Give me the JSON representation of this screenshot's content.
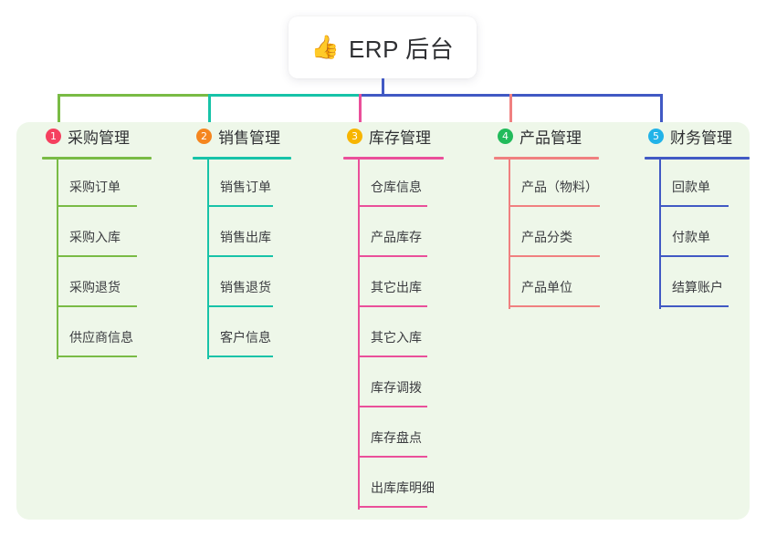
{
  "root": {
    "emoji": "👍",
    "emoji_name": "thumbs-up-icon",
    "title": "ERP 后台"
  },
  "palette": {
    "canvas": "#ffffff",
    "panel_bg": "#eef7e9",
    "card_bg": "#ffffff",
    "text": "#2f3033",
    "item_text": "#3b3c40",
    "trunk": "#4159c4",
    "branch_green": "#79bb45",
    "branch_teal": "#17c3a8",
    "branch_pink": "#ea4f9a",
    "branch_red": "#f08080",
    "branch_blue": "#4159c4"
  },
  "columns": [
    {
      "index": "1",
      "badge_color": "#f5405f",
      "line_color": "#79bb45",
      "title": "采购管理",
      "items": [
        "采购订单",
        "采购入库",
        "采购退货",
        "供应商信息"
      ]
    },
    {
      "index": "2",
      "badge_color": "#f5861f",
      "line_color": "#17c3a8",
      "title": "销售管理",
      "items": [
        "销售订单",
        "销售出库",
        "销售退货",
        "客户信息"
      ]
    },
    {
      "index": "3",
      "badge_color": "#f7b500",
      "line_color": "#ea4f9a",
      "title": "库存管理",
      "items": [
        "仓库信息",
        "产品库存",
        "其它出库",
        "其它入库",
        "库存调拨",
        "库存盘点",
        "出库库明细"
      ]
    },
    {
      "index": "4",
      "badge_color": "#22bb5b",
      "line_color": "#f08080",
      "title": "产品管理",
      "items": [
        "产品（物料）",
        "产品分类",
        "产品单位"
      ]
    },
    {
      "index": "5",
      "badge_color": "#22b3e8",
      "line_color": "#4159c4",
      "title": "财务管理",
      "items": [
        "回款单",
        "付款单",
        "结算账户"
      ]
    }
  ]
}
